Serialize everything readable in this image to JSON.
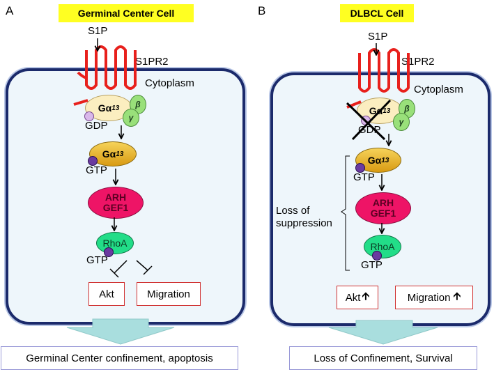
{
  "panel_a": {
    "letter": "A",
    "title": "Germinal Center Cell",
    "ligand": "S1P",
    "receptor": "S1PR2",
    "compartment": "Cytoplasm",
    "g_alpha": "Gα",
    "g_alpha_sub": "13",
    "beta": "β",
    "gamma": "γ",
    "gdp": "GDP",
    "gtp_1": "GTP",
    "arh_line1": "ARH",
    "arh_line2": "GEF1",
    "rhoa": "RhoA",
    "gtp_2": "GTP",
    "target_1": "Akt",
    "target_2": "Migration",
    "outcome": "Germinal Center confinement, apoptosis"
  },
  "panel_b": {
    "letter": "B",
    "title": "DLBCL Cell",
    "ligand": "S1P",
    "receptor": "S1PR2",
    "compartment": "Cytoplasm",
    "g_alpha": "Gα",
    "g_alpha_sub": "13",
    "beta": "β",
    "gamma": "γ",
    "gdp": "GDP",
    "gtp_1": "GTP",
    "arh_line1": "ARH",
    "arh_line2": "GEF1",
    "rhoa": "RhoA",
    "gtp_2": "GTP",
    "bracket_line1": "Loss of",
    "bracket_line2": "suppression",
    "target_1": "Akt",
    "target_2": "Migration",
    "up_arrow": "🡩",
    "outcome": "Loss of Confinement, Survival"
  },
  "colors": {
    "membrane": "#1b2a6b",
    "receptor": "#e8201c",
    "title_bg": "#ffff22",
    "arh": "#ee1466",
    "rhoa": "#22dd88",
    "g_alpha": "#e0a820",
    "outcome_arrow": "#a9dede"
  }
}
